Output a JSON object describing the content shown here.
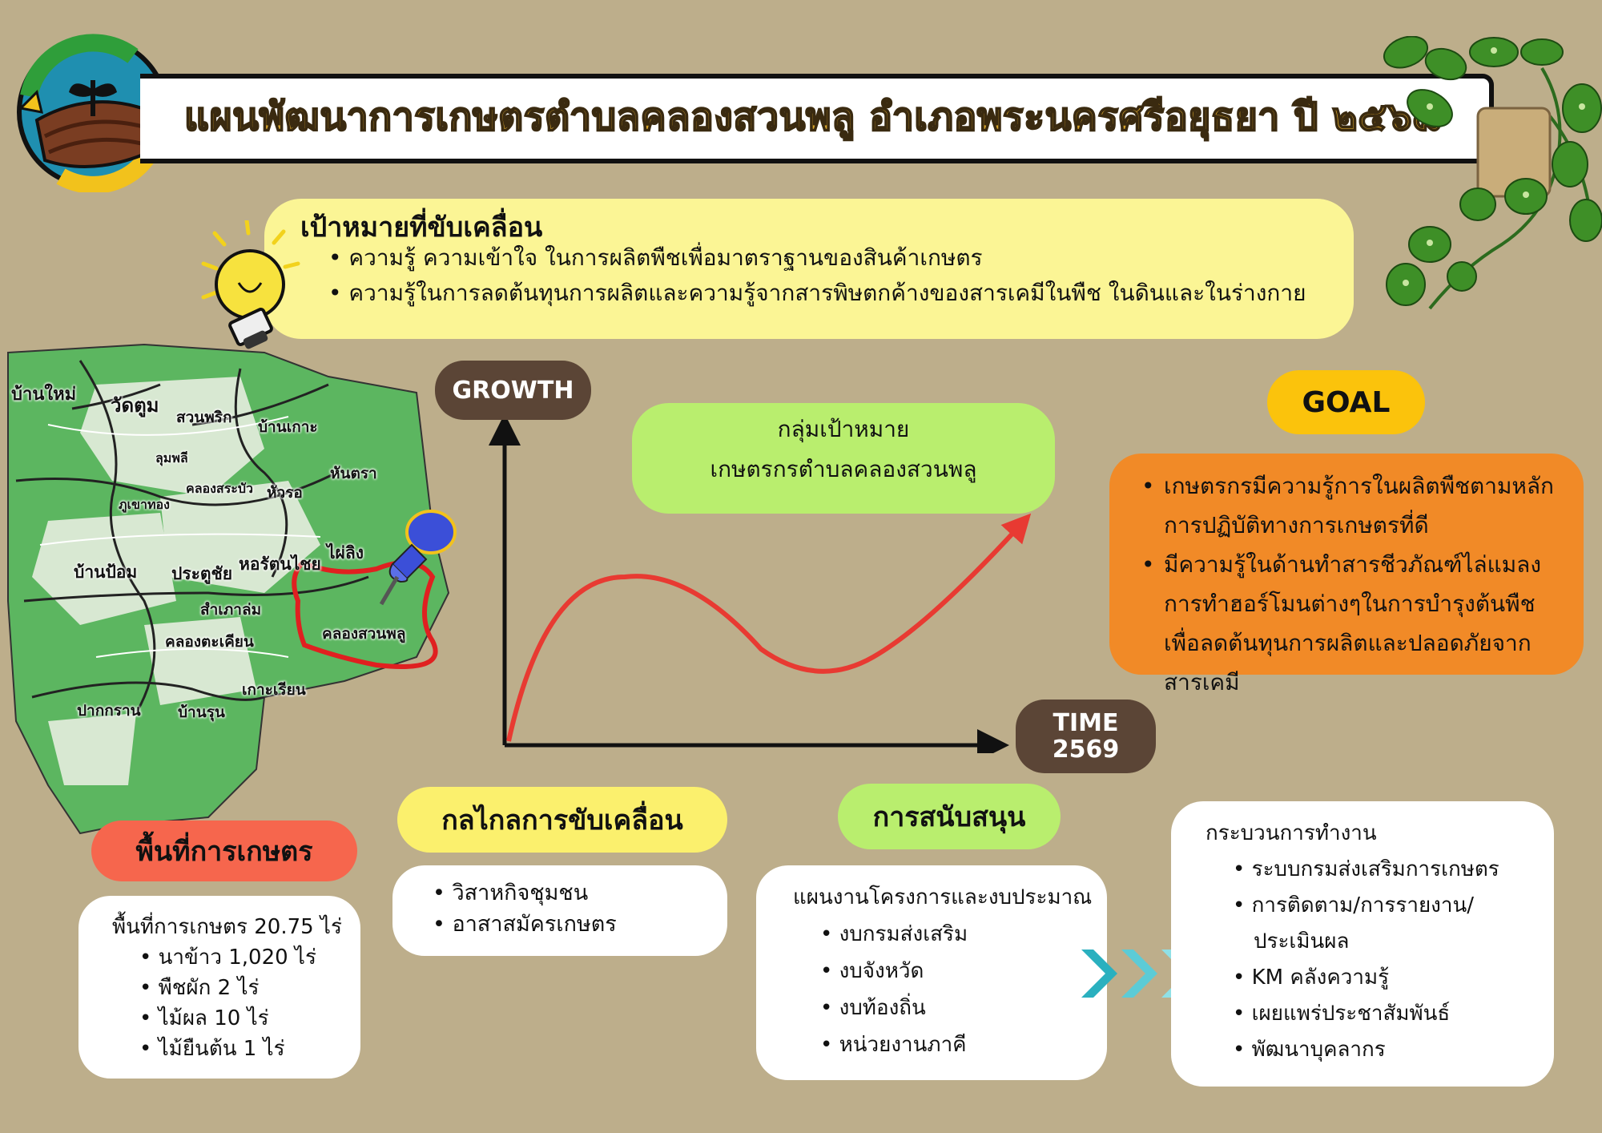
{
  "header": {
    "title": "แผนพัฒนาการเกษตรตำบลคลองสวนพลู อำเภอพระนครศรีอยุธยา  ปี ๒๕๖๘"
  },
  "goals": {
    "heading": "เป้าหมายที่ขับเคลื่อน",
    "items": [
      "ความรู้ ความเข้าใจ ในการผลิตพืชเพื่อมาตราฐานของสินค้าเกษตร",
      "ความรู้ในการลดต้นทุนการผลิตและความรู้จากสารพิษตกค้างของสารเคมีในพืช ในดินและในร่างกาย"
    ]
  },
  "map": {
    "labels": [
      "บ้านใหม่",
      "วัดตูม",
      "สวนพริก",
      "บ้านเกาะ",
      "ลุมพลี",
      "คลองสระบัว",
      "หัวรอ",
      "หันตรา",
      "ภูเขาทอง",
      "บ้านป้อม",
      "ประตูชัย",
      "หอรัตนไชย",
      "ไผ่ลิง",
      "สำเภาล่ม",
      "คลองตะเคียน",
      "คลองสวนพลู",
      "เกาะเรียน",
      "ปากกราน",
      "บ้านรุน"
    ]
  },
  "chart": {
    "y_label": "GROWTH",
    "x_label_line1": "TIME",
    "x_label_line2": "2569",
    "target_title": "กลุ่มเป้าหมาย",
    "target_value": "เกษตรกรตำบลคลองสวนพลู"
  },
  "goal_section": {
    "label": "GOAL",
    "items": [
      "เกษตรกรมีความรู้การในผลิตพืชตามหลักการปฏิบัติทางการเกษตรที่ดี",
      "มีความรู้ในด้านทำสารชีวภัณฑ์ไล่แมลง การทำฮอร์โมนต่างๆในการบำรุงต้นพืช เพื่อลดต้นทุนการผลิตและปลอดภัยจากสารเคมี"
    ]
  },
  "area": {
    "label": "พื้นที่การเกษตร",
    "total": "พื้นที่การเกษตร 20.75 ไร่",
    "items": [
      "นาข้าว 1,020 ไร่",
      "พืชผัก 2 ไร่",
      "ไม้ผล 10 ไร่",
      "ไม้ยืนต้น 1 ไร่"
    ]
  },
  "mechanism": {
    "label": "กลไกลการขับเคลื่อน",
    "items": [
      "วิสาหกิจชุมชน",
      "อาสาสมัครเกษตร"
    ]
  },
  "support": {
    "label": "การสนับสนุน",
    "heading": "แผนงานโครงการและงบประมาณ",
    "items": [
      "งบกรมส่งเสริม",
      "งบจังหวัด",
      "งบท้องถิ่น",
      "หน่วยงานภาคี"
    ]
  },
  "process": {
    "heading": "กระบวนการทำงาน",
    "items": [
      "ระบบกรมส่งเสริมการเกษตร",
      "การติดตาม/การรายงาน/",
      "ประเมินผล",
      "KM คลังความรู้",
      "เผยแพร่ประชาสัมพันธ์",
      "พัฒนาบุคลากร"
    ]
  },
  "colors": {
    "background": "#bdae8b",
    "title_text": "#d7a42c",
    "goal_box": "#fbf595",
    "orange_box": "#f18a27",
    "growth_curve": "#e83a32"
  }
}
